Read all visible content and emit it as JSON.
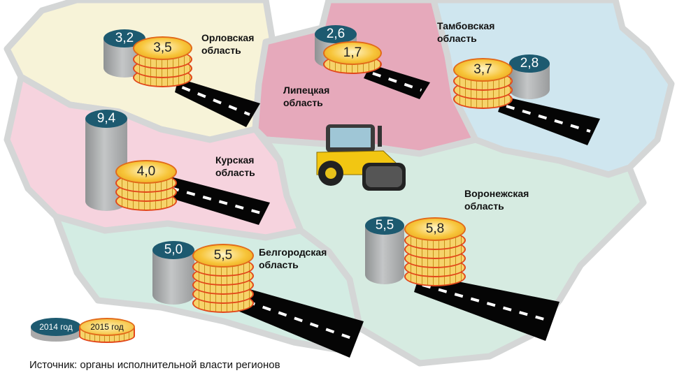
{
  "title": "Расходы на дороги по регионам",
  "colors": {
    "cylinder_top": "#1d5a70",
    "coin": "#f2b51f",
    "road": "#000000"
  },
  "chart_data": {
    "type": "bar",
    "categories": [
      "Орловская область",
      "Липецкая область",
      "Тамбовская область",
      "Курская область",
      "Белгородская область",
      "Воронежская область"
    ],
    "series": [
      {
        "name": "2014 год",
        "values": [
          3.2,
          2.6,
          2.8,
          9.4,
          5.0,
          5.5
        ],
        "labels": [
          "3,2",
          "2,6",
          "2,8",
          "9,4",
          "5,0",
          "5,5"
        ]
      },
      {
        "name": "2015 год",
        "values": [
          3.5,
          1.7,
          3.7,
          4.0,
          5.5,
          5.8
        ],
        "labels": [
          "3,5",
          "1,7",
          "3,7",
          "4,0",
          "5,5",
          "5,8"
        ]
      }
    ],
    "regions": [
      {
        "line1": "Орловская",
        "line2": "область"
      },
      {
        "line1": "Липецкая",
        "line2": "область"
      },
      {
        "line1": "Тамбовская",
        "line2": "область"
      },
      {
        "line1": "Курская",
        "line2": "область"
      },
      {
        "line1": "Белгородская",
        "line2": "область"
      },
      {
        "line1": "Воронежская",
        "line2": "область"
      }
    ]
  },
  "legend": {
    "y2014": "2014 год",
    "y2015": "2015 год"
  },
  "source": "Источник: органы исполнительной власти регионов"
}
